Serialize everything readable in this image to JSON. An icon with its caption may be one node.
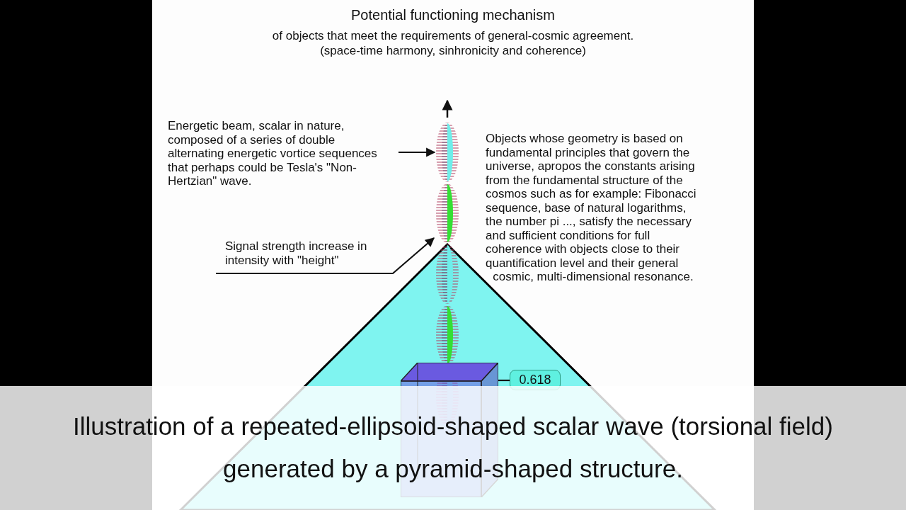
{
  "diagram": {
    "title": "Potential functioning mechanism",
    "caption": "Illustration of a repeated-ellipsoid-shaped scalar wave (torsional field) generated by a pyramid-shaped structure.",
    "nodes": [
      {
        "text": [
          "Energetic beam, scalar in nature, composed of a series of double alternating energetic vortice sequences that perhaps could be Tesla's \"Non-Hertzian\" wave."
        ]
      },
      {
        "text": [
          "Objects whose geometry is based on fundamental principles that govern the universe, apropos the constants arising from the fundamental structure of the cosmos such as for example: Fibonacci sequence, base of natural logarithms, the number pi ..., satisfy the necessary and sufficient conditions for full coherence with objects close to their quantification level and their general cosmic, multi-dimensional resonance."
        ]
      },
      {
        "text": [
          "Signal strength increase in intensity with \"height\""
        ]
      },
      {
        "text": [],
        "shape": "picture"
      },
      {
        "text": [],
        "shape": "box"
      },
      {
        "text": [
          "0.618"
        ]
      }
    ],
    "edges": [
      {
        "from": 0,
        "to": 3,
        "arrow": "to"
      },
      {
        "from": 2,
        "to": 3,
        "arrow": "to"
      },
      {
        "from": 5,
        "to": 4,
        "arrow": "none"
      }
    ],
    "labels": [
      "of objects that meet the requirements of general-cosmic agreement.",
      "(space-time harmony, sinhronicity and coherence)"
    ]
  }
}
